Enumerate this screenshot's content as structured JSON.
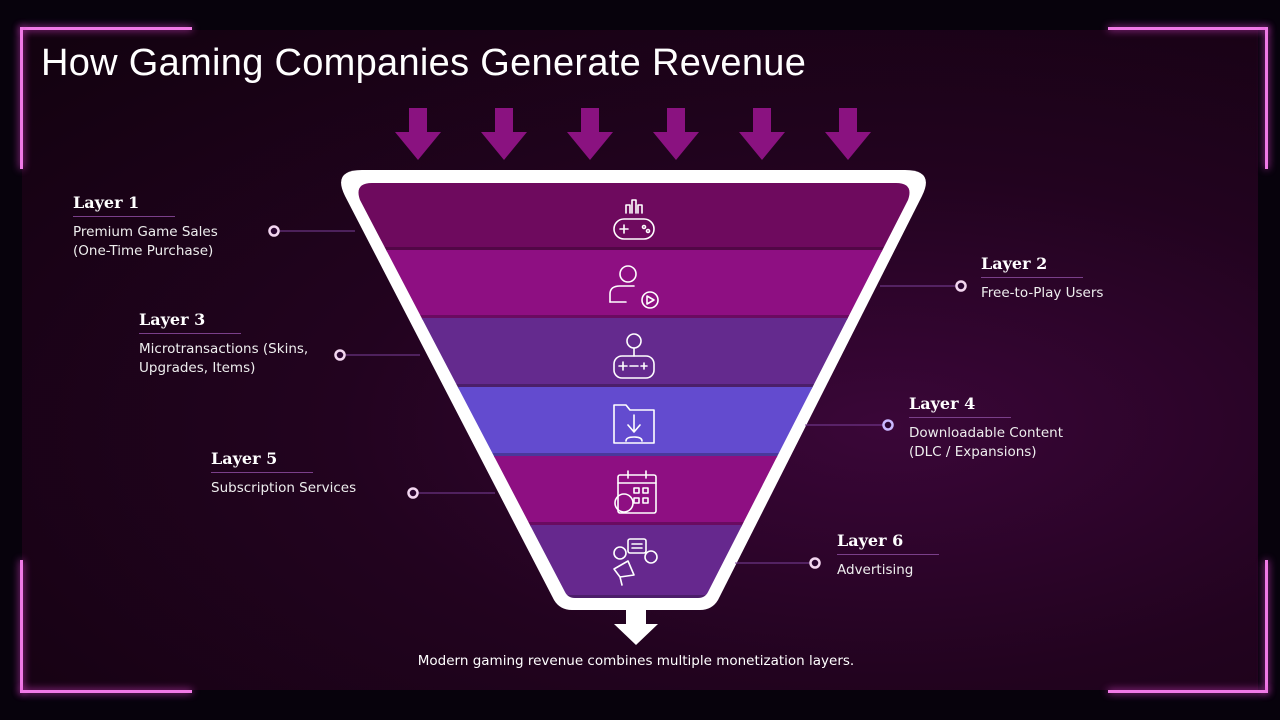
{
  "title": "How Gaming Companies Generate Revenue",
  "layers": [
    {
      "heading": "Layer 1",
      "line1": "Premium Game Sales",
      "line2": "(One-Time Purchase)",
      "icon": "gamepad-chart-icon",
      "color": "#6e0a5e"
    },
    {
      "heading": "Layer 2",
      "line1": "Free-to-Play Users",
      "line2": "",
      "icon": "user-play-icon",
      "color": "#8e0f82"
    },
    {
      "heading": "Layer 3",
      "line1": "Microtransactions (Skins,",
      "line2": "Upgrades, Items)",
      "icon": "gamepad-coin-icon",
      "color": "#642a8e"
    },
    {
      "heading": "Layer 4",
      "line1": "Downloadable Content",
      "line2": "(DLC / Expansions)",
      "icon": "folder-download-icon",
      "color": "#634bcf"
    },
    {
      "heading": "Layer 5",
      "line1": "Subscription Services",
      "line2": "",
      "icon": "calendar-coin-icon",
      "color": "#8e0f82"
    },
    {
      "heading": "Layer 6",
      "line1": "Advertising",
      "line2": "",
      "icon": "megaphone-ads-icon",
      "color": "#66288e"
    }
  ],
  "caption": "Modern gaming revenue combines multiple monetization layers.",
  "colors": {
    "arrow": "#8a1280",
    "frame": "#f07ae6"
  }
}
